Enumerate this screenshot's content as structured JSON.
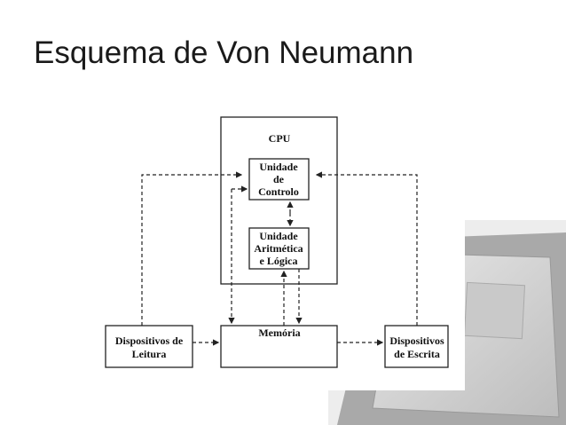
{
  "slide": {
    "title": "Esquema de Von Neumann"
  },
  "diagram": {
    "cpu": "CPU",
    "control_unit": [
      "Unidade",
      "de",
      "Controlo"
    ],
    "alu": [
      "Unidade",
      "Aritmética",
      "e Lógica"
    ],
    "memory": "Memória",
    "input_devices": [
      "Dispositivos de",
      "Leitura"
    ],
    "output_devices": [
      "Dispositivos",
      "de Escrita"
    ]
  },
  "decor": {
    "photo_icon": "processor-chip-photo"
  }
}
